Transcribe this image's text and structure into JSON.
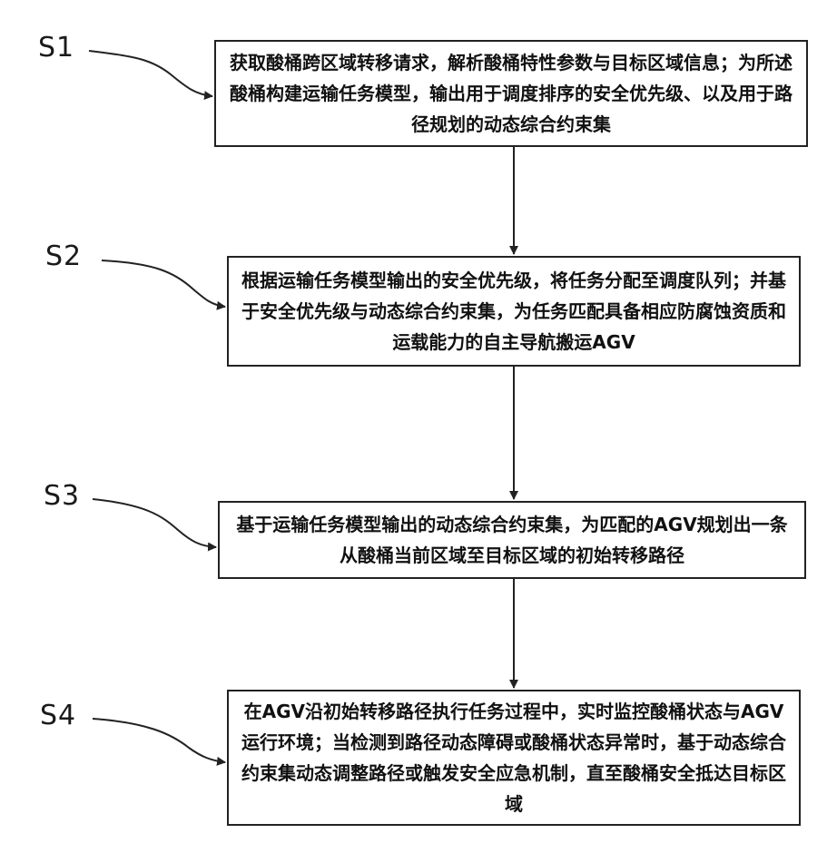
{
  "steps": [
    {
      "label": "S1",
      "text": "获取酸桶跨区域转移请求，解析酸桶特性参数与目标区域信息；为所述酸桶构建运输任务模型，输出用于调度排序的安全优先级、以及用于路径规划的动态综合约束集"
    },
    {
      "label": "S2",
      "text": "根据运输任务模型输出的安全优先级，将任务分配至调度队列；并基于安全优先级与动态综合约束集，为任务匹配具备相应防腐蚀资质和运载能力的自主导航搬运AGV"
    },
    {
      "label": "S3",
      "text": "基于运输任务模型输出的动态综合约束集，为匹配的AGV规划出一条从酸桶当前区域至目标区域的初始转移路径"
    },
    {
      "label": "S4",
      "text": "在AGV沿初始转移路径执行任务过程中，实时监控酸桶状态与AGV运行环境；当检测到路径动态障碍或酸桶状态异常时，基于动态综合约束集动态调整路径或触发安全应急机制，直至酸桶安全抵达目标区域"
    }
  ],
  "colors": {
    "line": "#222222",
    "background": "#ffffff",
    "text": "#111111"
  }
}
